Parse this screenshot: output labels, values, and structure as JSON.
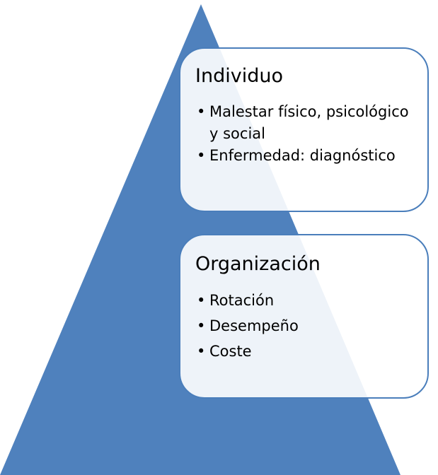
{
  "diagram": {
    "colors": {
      "pyramid_fill": "#4f81bd",
      "box_border": "#4a7ebb",
      "box_fill": "#ffffff"
    },
    "boxes": [
      {
        "title": "Individuo",
        "items": [
          "Malestar físico, psicológico y social",
          "Enfermedad: diagnóstico"
        ]
      },
      {
        "title": "Organización",
        "items": [
          "Rotación",
          "Desempeño",
          "Coste"
        ]
      }
    ],
    "bullet_glyph": "•"
  }
}
